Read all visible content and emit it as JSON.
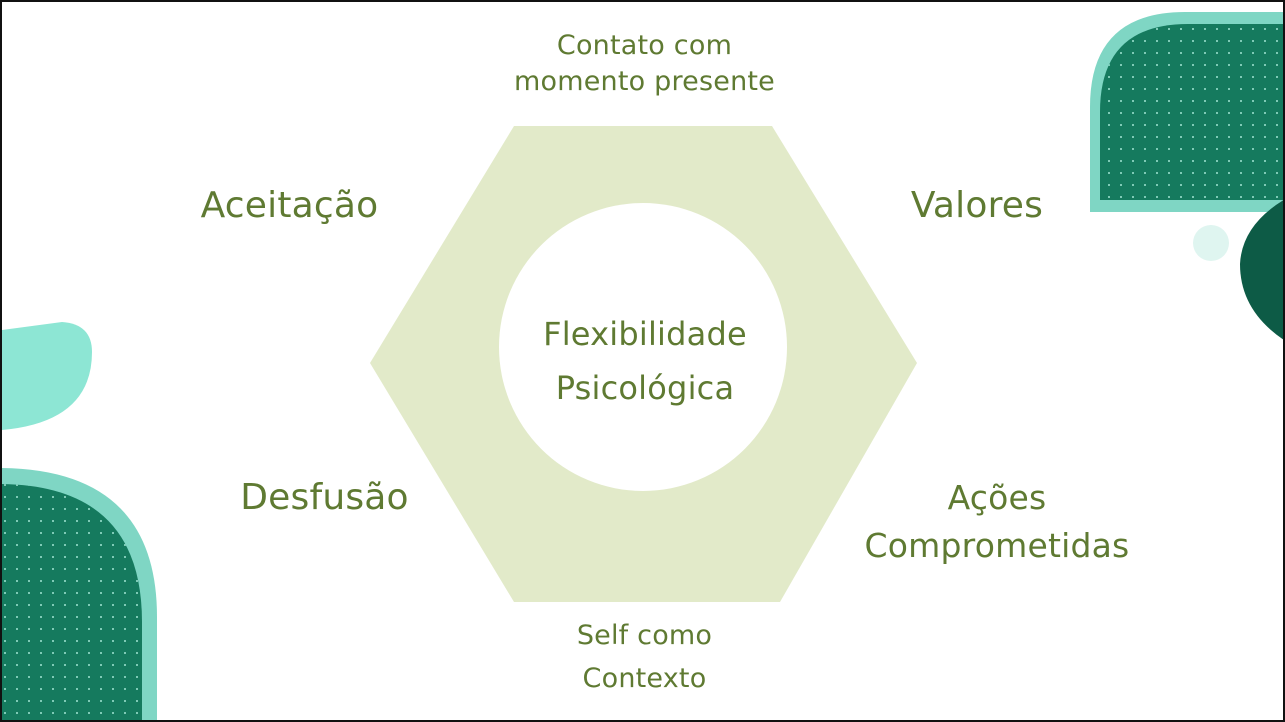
{
  "colors": {
    "text": "#5f7a32",
    "hexagon": "#e2eac9",
    "center_circle": "#ffffff",
    "leaf_dark": "#157a5e",
    "leaf_darker": "#0d5b46",
    "leaf_light": "#8de6d4",
    "leaf_border": "#7fd6c4",
    "dot": "#9fe3d2"
  },
  "diagram": {
    "center": {
      "line1": "Flexibilidade",
      "line2": "Psicológica"
    },
    "nodes": {
      "top": {
        "line1": "Contato com",
        "line2": "momento presente"
      },
      "top_left": {
        "line1": "Aceitação"
      },
      "top_right": {
        "line1": "Valores"
      },
      "bottom_left": {
        "line1": "Desfusão"
      },
      "bottom_right": {
        "line1": "Ações",
        "line2": "Comprometidas"
      },
      "bottom": {
        "line1": "Self como",
        "line2": "Contexto"
      }
    }
  },
  "decorations": [
    "leaf-top-right",
    "leaf-right-edge",
    "bubble-right",
    "leaf-left-light",
    "leaf-bottom-left"
  ]
}
